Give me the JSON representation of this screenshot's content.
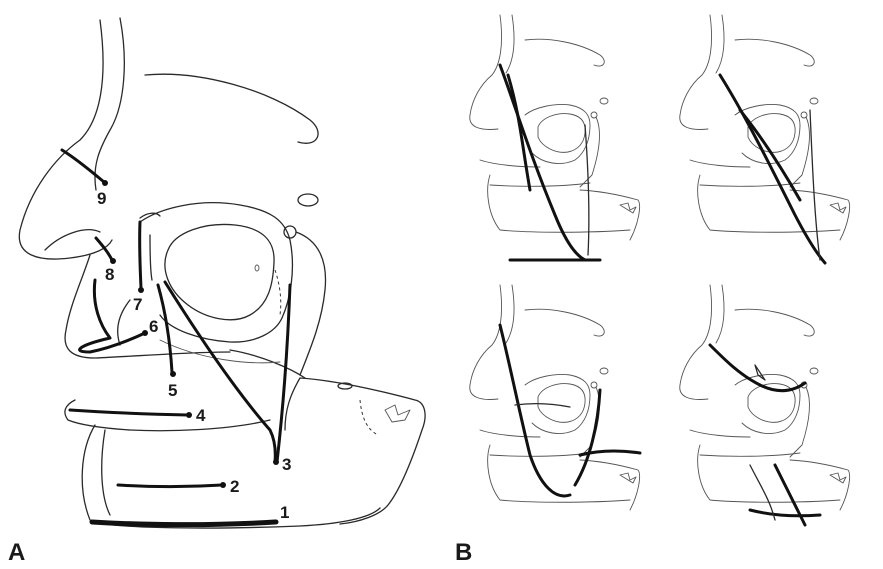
{
  "panels": {
    "a_label": "A",
    "b_label": "B"
  },
  "lines": [
    {
      "label": "1"
    },
    {
      "label": "2"
    },
    {
      "label": "3"
    },
    {
      "label": "4"
    },
    {
      "label": "5"
    },
    {
      "label": "6"
    },
    {
      "label": "7"
    },
    {
      "label": "8"
    },
    {
      "label": "9"
    }
  ]
}
